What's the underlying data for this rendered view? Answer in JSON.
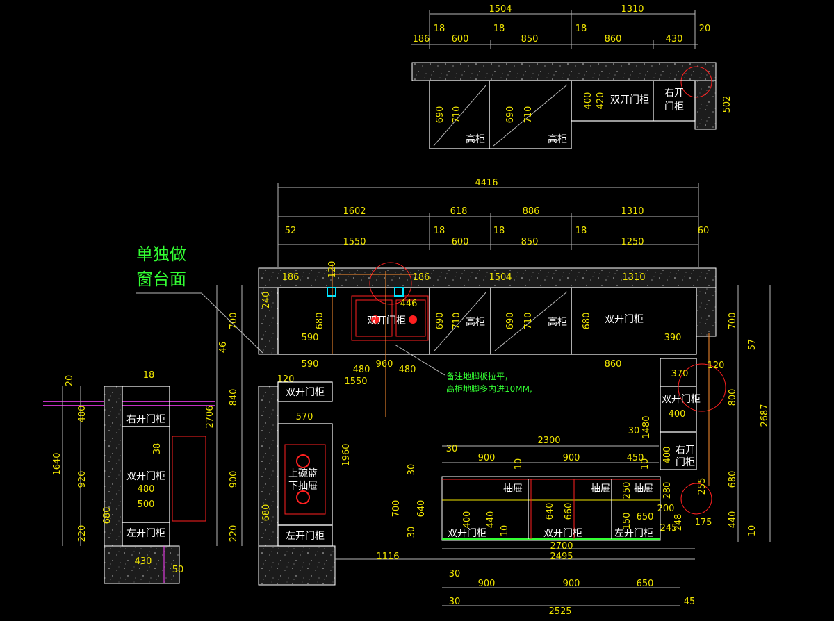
{
  "colors": {
    "background": "#000000",
    "dimension_text": "#f0e500",
    "label_text": "#ffffff",
    "note_text": "#33ff33",
    "wall_fill": "#1c1c1c",
    "red": "#ff2020",
    "cyan": "#00e5ff",
    "magenta": "#ff40ff",
    "orange": "#ff9030"
  },
  "top_elevation": {
    "dims_total": [
      "1504",
      "1310"
    ],
    "dims_parts": [
      "186",
      "18",
      "600",
      "18",
      "850",
      "18",
      "860",
      "430",
      "20"
    ],
    "height_dims": [
      "690",
      "710",
      "690",
      "710",
      "400",
      "420",
      "502"
    ],
    "labels": [
      "高柜",
      "高柜",
      "双开门柜",
      "右开门柜"
    ]
  },
  "plan": {
    "dim_total": "4416",
    "dims_row2": [
      "1602",
      "618",
      "886",
      "1310"
    ],
    "dims_row3": [
      "52",
      "18",
      "18",
      "18",
      "60"
    ],
    "dims_row4": [
      "1550",
      "600",
      "850",
      "1250"
    ],
    "inner_top": [
      "186",
      "186",
      "1504",
      "1310",
      "120",
      "446"
    ],
    "left_dims": [
      "240",
      "680",
      "700",
      "46",
      "840",
      "2706",
      "900",
      "680",
      "220",
      "1960"
    ],
    "mid_dims": [
      "590",
      "590",
      "480",
      "960",
      "480",
      "1550",
      "120",
      "570",
      "390",
      "860"
    ],
    "tall_dims": [
      "690",
      "710",
      "690",
      "710",
      "680"
    ],
    "right_dims": [
      "370",
      "120",
      "400",
      "1480",
      "30",
      "400",
      "700",
      "57",
      "800",
      "2687",
      "680",
      "440",
      "10",
      "255",
      "175",
      "200",
      "245",
      "248"
    ],
    "island_dims": [
      "2300",
      "30",
      "900",
      "10",
      "900",
      "450",
      "10",
      "30",
      "700",
      "640",
      "30",
      "400",
      "440",
      "10",
      "640",
      "660",
      "250",
      "280",
      "150",
      "650"
    ],
    "bottom_dims": [
      "1116",
      "2495",
      "2700",
      "30",
      "900",
      "900",
      "650",
      "30",
      "2525",
      "45"
    ],
    "labels": {
      "sink": "双开门柜",
      "tall_a": "高柜",
      "tall_b": "高柜",
      "double_door_top": "双开门柜",
      "left_double": "双开门柜",
      "stove_upper": "上碗篮",
      "stove_lower": "下抽屉",
      "left_open": "左开门柜",
      "right_double": "双开门柜",
      "right_open_a": "右开",
      "right_open_b": "门柜",
      "drawer_a": "抽屉",
      "drawer_b": "抽屉",
      "drawer_c": "抽屉",
      "island_double_a": "双开门柜",
      "island_double_b": "双开门柜",
      "island_left": "左开门柜"
    },
    "note_lines": [
      "备注地脚板拉平，",
      "高柜地脚多内进10MM,"
    ],
    "callout_lines": [
      "单独做",
      "窗台面"
    ]
  },
  "left_elevation": {
    "dims": [
      "20",
      "18",
      "480",
      "38",
      "1640",
      "920",
      "480",
      "500",
      "680",
      "220",
      "430",
      "50"
    ],
    "labels": [
      "右开门柜",
      "双开门柜",
      "左开门柜"
    ]
  }
}
